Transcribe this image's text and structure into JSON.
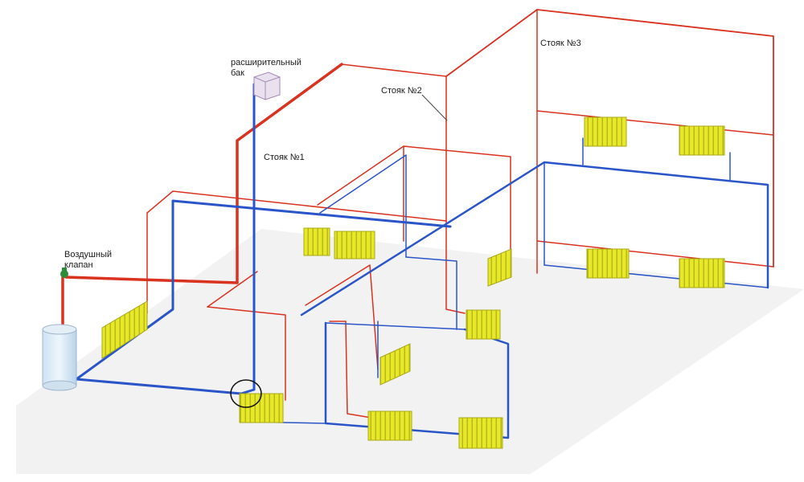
{
  "labels": {
    "tank_line1": "расширительный",
    "tank_line2": "бак",
    "riser1": "Стояк №1",
    "riser2": "Стояк №2",
    "riser3": "Стояк №3",
    "valve_line1": "Воздушный",
    "valve_line2": "клапан"
  },
  "colors": {
    "supply": "#d9321f",
    "return": "#2a55c9",
    "radiator": "#e6e62a",
    "floor": "#f2f2f2"
  },
  "icons": {
    "boiler": "boiler-icon",
    "tank": "expansion-tank-icon",
    "valve": "air-valve-icon",
    "radiator": "radiator-icon"
  }
}
